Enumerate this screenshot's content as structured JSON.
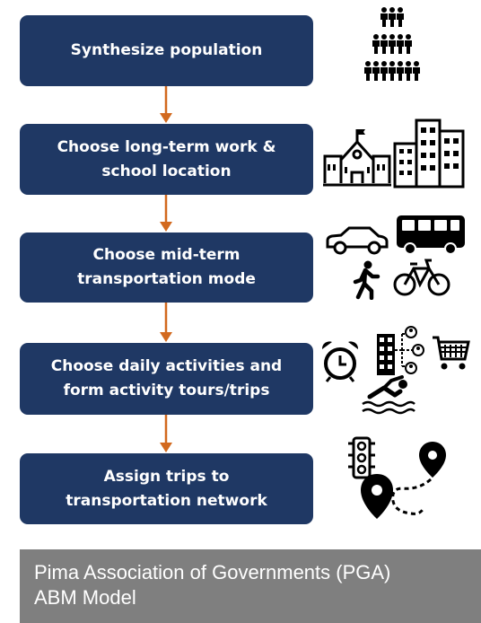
{
  "steps": [
    {
      "lines": [
        "Synthesize population"
      ]
    },
    {
      "lines": [
        "Choose long-term work &",
        "school location"
      ]
    },
    {
      "lines": [
        "Choose mid-term",
        "transportation mode"
      ]
    },
    {
      "lines": [
        "Choose daily activities and",
        "form activity tours/trips"
      ]
    },
    {
      "lines": [
        "Assign trips to",
        "transportation network"
      ]
    }
  ],
  "caption": {
    "line1": "Pima Association of Governments (PGA)",
    "line2": "ABM Model"
  },
  "colors": {
    "box": "#1f3864",
    "arrow": "#d2691e",
    "caption_bg": "#7f7f7f"
  },
  "icons": {
    "step1": [
      "people-crowd-icon"
    ],
    "step2": [
      "school-building-icon",
      "office-buildings-icon"
    ],
    "step3": [
      "car-icon",
      "bus-icon",
      "pedestrian-icon",
      "bicycle-icon"
    ],
    "step4": [
      "alarm-clock-icon",
      "office-network-icon",
      "shopping-cart-icon",
      "swimmer-icon"
    ],
    "step5": [
      "traffic-light-icon",
      "route-pins-icon"
    ]
  }
}
